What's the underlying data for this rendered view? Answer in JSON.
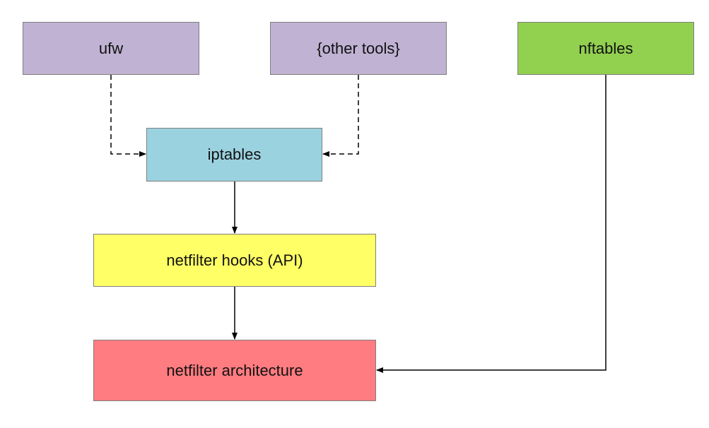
{
  "diagram": {
    "nodes": {
      "ufw": {
        "label": "ufw",
        "color": "#bfb2d3"
      },
      "other_tools": {
        "label": "{other tools}",
        "color": "#bfb2d3"
      },
      "nftables": {
        "label": "nftables",
        "color": "#92d050"
      },
      "iptables": {
        "label": "iptables",
        "color": "#9bd2e0"
      },
      "netfilter_hooks": {
        "label": "netfilter hooks (API)",
        "color": "#ffff66"
      },
      "netfilter_architecture": {
        "label": "netfilter architecture",
        "color": "#ff7c80"
      }
    },
    "edges": [
      {
        "from": "ufw",
        "to": "iptables",
        "style": "dashed"
      },
      {
        "from": "other_tools",
        "to": "iptables",
        "style": "dashed"
      },
      {
        "from": "iptables",
        "to": "netfilter_hooks",
        "style": "solid"
      },
      {
        "from": "netfilter_hooks",
        "to": "netfilter_architecture",
        "style": "solid"
      },
      {
        "from": "nftables",
        "to": "netfilter_architecture",
        "style": "solid"
      }
    ]
  }
}
